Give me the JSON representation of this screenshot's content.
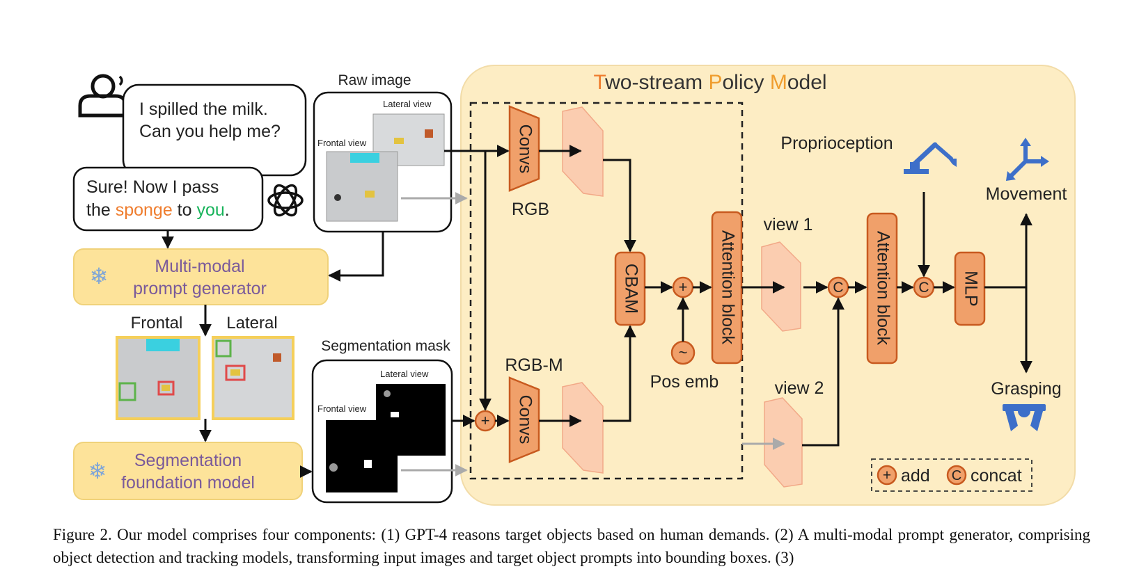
{
  "speech": {
    "human": "I spilled the milk. Can you help me?",
    "human_line1": "I spilled the milk.",
    "human_line2": "Can you help me?",
    "robot_line1": "Sure! Now I pass",
    "robot_line2_pre": "the ",
    "robot_obj": "sponge",
    "robot_mid": " to ",
    "robot_target": "you",
    "robot_end": "."
  },
  "raw_image": {
    "title": "Raw image",
    "lateral": "Lateral view",
    "frontal": "Frontal view"
  },
  "seg_mask": {
    "title": "Segmentation mask",
    "lateral": "Lateral view",
    "frontal": "Frontal view"
  },
  "prompt_gen": {
    "line1": "Multi-modal",
    "line2": "prompt generator"
  },
  "seg_model": {
    "line1": "Segmentation",
    "line2": "foundation model"
  },
  "bbox_views": {
    "frontal": "Frontal",
    "lateral": "Lateral"
  },
  "policy": {
    "title_T": "T",
    "title_1": "wo-stream ",
    "title_P": "P",
    "title_2": "olicy ",
    "title_M": "M",
    "title_3": "odel",
    "convs": "Convs",
    "rgb": "RGB",
    "rgbm": "RGB-M",
    "cbam": "CBAM",
    "pos_emb": "Pos emb",
    "attention": "Attention block",
    "view1": "view 1",
    "view2": "view 2",
    "proprioception": "Proprioception",
    "mlp": "MLP",
    "movement": "Movement",
    "grasping": "Grasping",
    "add_sym": "+",
    "concat_sym": "C",
    "pos_sym": "~",
    "legend_add": "add",
    "legend_concat": "concat"
  },
  "colors": {
    "panel_bg": "#fdedc4",
    "orange": "#f0a06a",
    "orange_dark": "#c85a1f",
    "yellow_box": "#fde39a",
    "purple_text": "#7a5a9a",
    "sponge": "#ef7d2e",
    "you": "#17b35a",
    "robot_blue": "#3d6fc9"
  },
  "caption": "Figure 2. Our model comprises four components: (1) GPT-4 reasons target objects based on human demands. (2) A multi-modal prompt generator, comprising object detection and tracking models, transforming input images and target object prompts into bounding boxes. (3)"
}
